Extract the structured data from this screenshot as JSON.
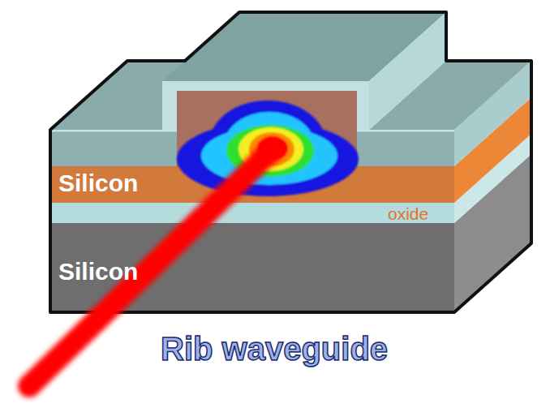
{
  "diagram": {
    "caption": "Rib waveguide",
    "labels": [
      "Silicon",
      "oxide",
      "Silicon"
    ]
  }
}
